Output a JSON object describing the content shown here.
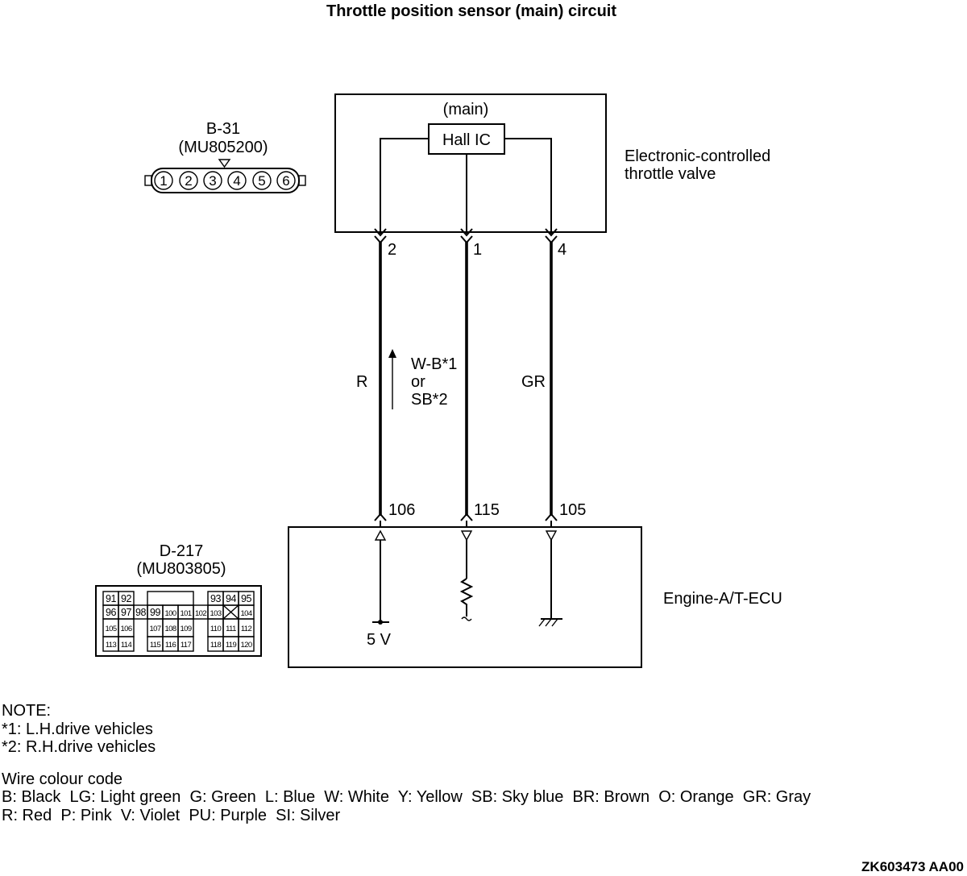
{
  "title": "Throttle position sensor (main) circuit",
  "connector_b31": {
    "name": "B-31",
    "part": "(MU805200)",
    "pins": [
      "1",
      "2",
      "3",
      "4",
      "5",
      "6"
    ]
  },
  "throttle_valve": {
    "label_line1": "Electronic-controlled",
    "label_line2": "throttle valve",
    "inner_label": "(main)",
    "sensor_label": "Hall IC"
  },
  "terminals_top": [
    "2",
    "1",
    "4"
  ],
  "terminals_bottom": [
    "106",
    "115",
    "105"
  ],
  "wire_colors": {
    "left": "R",
    "middle_line1": "W-B*1",
    "middle_line2": "or",
    "middle_line3": "SB*2",
    "right": "GR"
  },
  "connector_d217": {
    "name": "D-217",
    "part": "(MU803805)",
    "pins": [
      "91",
      "92",
      "93",
      "94",
      "95",
      "96",
      "97",
      "98",
      "99",
      "100",
      "101",
      "102",
      "103",
      "104",
      "105",
      "106",
      "107",
      "108",
      "109",
      "110",
      "111",
      "112",
      "113",
      "114",
      "115",
      "116",
      "117",
      "118",
      "119",
      "120"
    ]
  },
  "ecu": {
    "label": "Engine-A/T-ECU",
    "supply_label": "5 V"
  },
  "notes": {
    "heading": "NOTE:",
    "line1": "*1: L.H.drive vehicles",
    "line2": "*2: R.H.drive vehicles"
  },
  "wire_code": {
    "heading": "Wire colour code",
    "line1": "B: Black  LG: Light green  G: Green  L: Blue  W: White  Y: Yellow  SB: Sky blue  BR: Brown  O: Orange  GR: Gray",
    "line2": "R: Red  P: Pink  V: Violet  PU: Purple  SI: Silver"
  },
  "figure_code": "ZK603473 AA00"
}
